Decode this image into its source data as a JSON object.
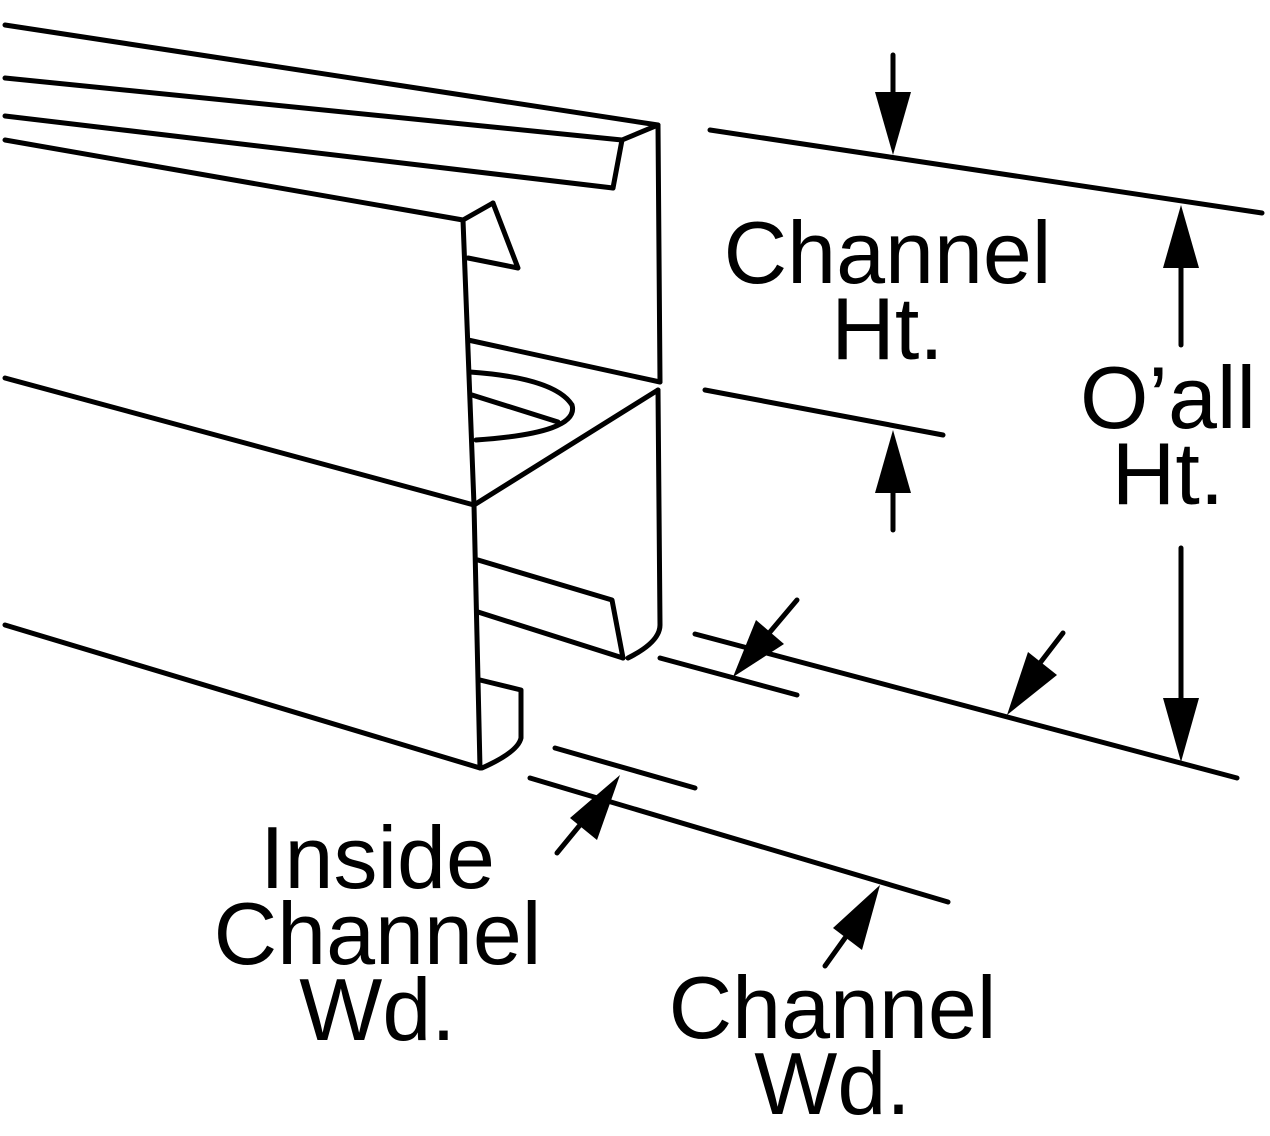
{
  "labels": {
    "channel_ht": [
      "Channel",
      "Ht."
    ],
    "oall_ht": [
      "O’all",
      "Ht."
    ],
    "inside_channel_wd": [
      "Inside",
      "Channel",
      "Wd."
    ],
    "channel_wd": [
      "Channel",
      "Wd."
    ]
  },
  "colors": {
    "line": "#000000",
    "background": "#ffffff"
  }
}
